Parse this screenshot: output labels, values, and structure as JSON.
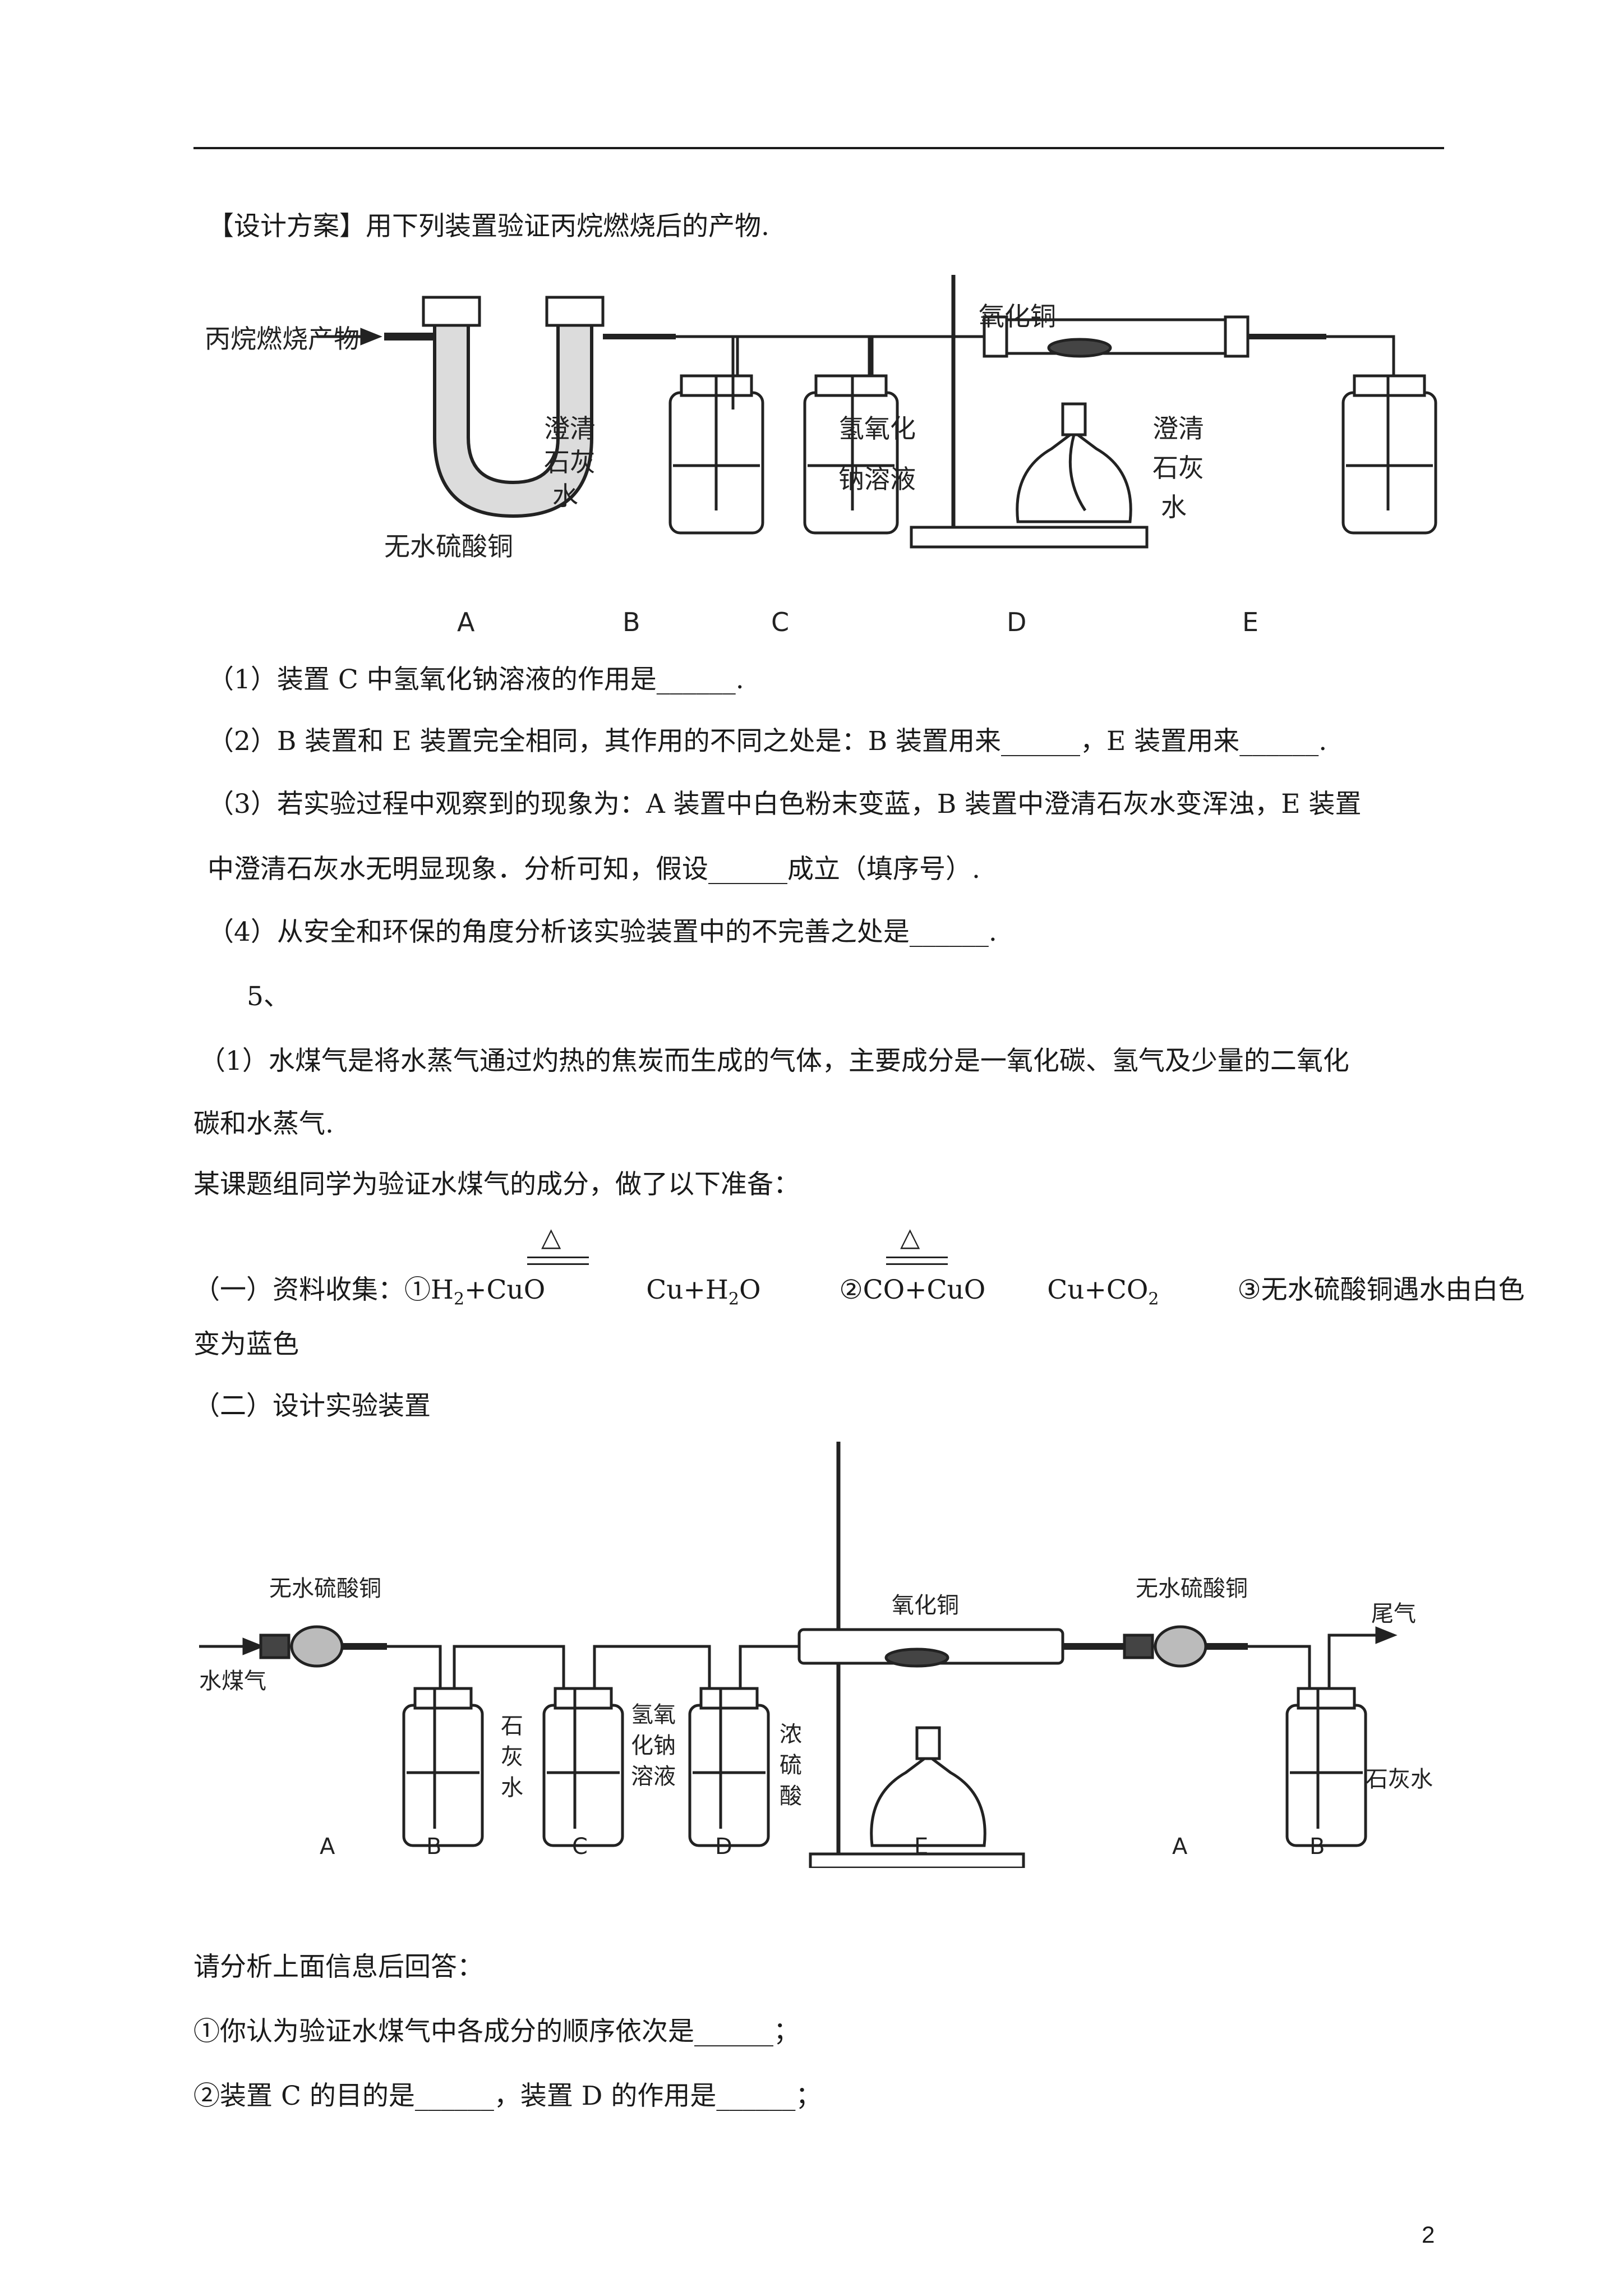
{
  "design_heading": "【设计方案】用下列装置验证丙烷燃烧后的产物.",
  "diagram1": {
    "inlet_label": "丙烷燃烧产物",
    "cuso4_label": "无水硫酸铜",
    "b_label": [
      "澄清",
      "石灰",
      "水"
    ],
    "c_label": [
      "氢氧化",
      "钠溶液"
    ],
    "d_label": "氧化铜",
    "e_label": [
      "澄清",
      "石灰",
      "水"
    ],
    "letters": [
      "A",
      "B",
      "C",
      "D",
      "E"
    ]
  },
  "questions": {
    "q1": "（1）装置 C 中氢氧化钠溶液的作用是______.",
    "q2": "（2）B 装置和 E 装置完全相同，其作用的不同之处是：B 装置用来______，E 装置用来______.",
    "q3a": "（3）若实验过程中观察到的现象为：A 装置中白色粉末变蓝，B 装置中澄清石灰水变浑浊，E 装置",
    "q3b": "中澄清石灰水无明显现象．分析可知，假设______成立（填序号）.",
    "q4": "（4）从安全和环保的角度分析该实验装置中的不完善之处是______.",
    "q5_num": "5、",
    "p1a": "（1）水煤气是将水蒸气通过灼热的焦炭而生成的气体，主要成分是一氧化碳、氢气及少量的二氧化",
    "p1b": "碳和水蒸气.",
    "p2": "某课题组同学为验证水煤气的成分，做了以下准备：",
    "p3_prefix": "（一）资料收集：①H",
    "p3_r1_mid": "+CuO",
    "p3_r1_prod": "Cu+H",
    "p3_r1_prod_end": "O",
    "p3_r2": "②CO+CuO",
    "p3_r2_prod": "Cu+CO",
    "p3_r3": "③无水硫酸铜遇水由白色",
    "p3b": "变为蓝色",
    "p4": "（二）设计实验装置",
    "sub2": "2",
    "heat_sign": "△"
  },
  "diagram2": {
    "inlet_label": "水煤气",
    "cuso4_left": "无水硫酸铜",
    "b_label": [
      "石",
      "灰",
      "水"
    ],
    "c_label": [
      "氢氧",
      "化钠",
      "溶液"
    ],
    "d_label": [
      "浓",
      "硫",
      "酸"
    ],
    "e_label": "氧化铜",
    "cuso4_right": "无水硫酸铜",
    "tail_label": "尾气",
    "lime_label": "石灰水",
    "letters": [
      "A",
      "B",
      "C",
      "D",
      "E",
      "A",
      "B"
    ]
  },
  "analysis": {
    "intro": "请分析上面信息后回答：",
    "a1": "①你认为验证水煤气中各成分的顺序依次是______；",
    "a2": "②装置 C 的目的是______，装置 D 的作用是______；"
  },
  "page_number": "2"
}
